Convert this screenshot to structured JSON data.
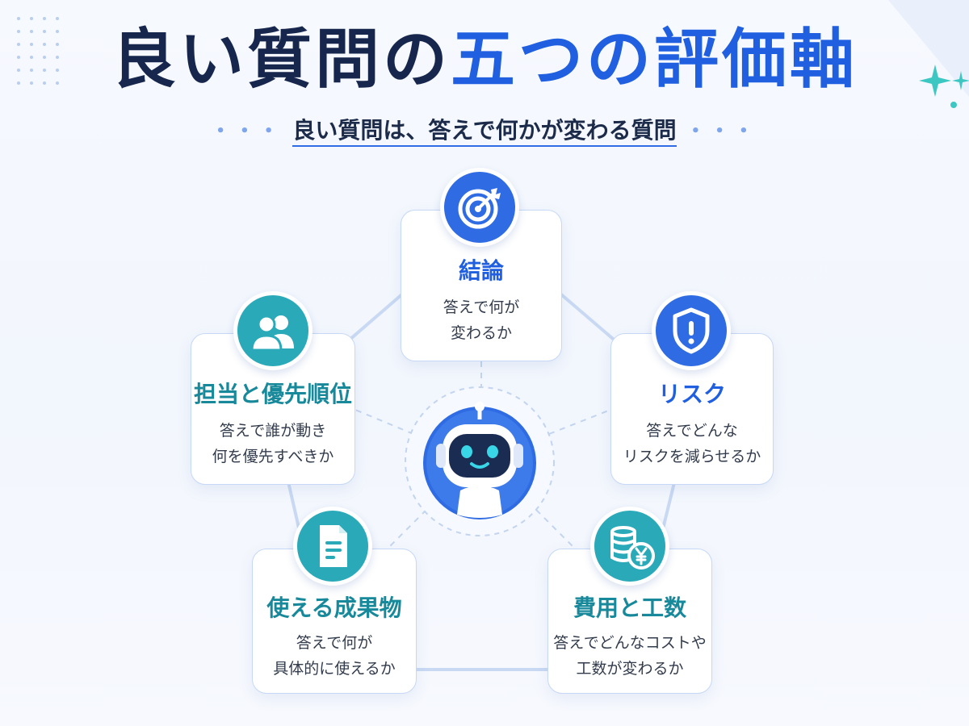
{
  "title": {
    "part1": "良い質問の",
    "part2": "五つの評価軸"
  },
  "subtitle": "良い質問は、答えで何かが変わる質問",
  "center": {
    "icon": "robot-icon"
  },
  "axes": [
    {
      "id": "conclusion",
      "title": "結論",
      "desc": [
        "答えで何が",
        "変わるか"
      ],
      "icon": "target-icon",
      "accent": "#2f6be3"
    },
    {
      "id": "risk",
      "title": "リスク",
      "desc": [
        "答えでどんな",
        "リスクを減らせるか"
      ],
      "icon": "shield-alert-icon",
      "accent": "#2f6be3"
    },
    {
      "id": "cost",
      "title": "費用と工数",
      "desc": [
        "答えでどんなコストや",
        "工数が変わるか"
      ],
      "icon": "coins-yen-icon",
      "accent": "#2aaab8"
    },
    {
      "id": "deliverable",
      "title": "使える成果物",
      "desc": [
        "答えで何が",
        "具体的に使えるか"
      ],
      "icon": "document-icon",
      "accent": "#2aaab8"
    },
    {
      "id": "owner",
      "title": "担当と優先順位",
      "desc": [
        "答えで誰が動き",
        "何を優先すべきか"
      ],
      "icon": "people-icon",
      "accent": "#2aaab8"
    }
  ],
  "colors": {
    "title_dark": "#17264c",
    "title_blue": "#1f5fe0",
    "blue": "#2f6be3",
    "teal": "#2aaab8",
    "ring": "#c9d9f3"
  }
}
